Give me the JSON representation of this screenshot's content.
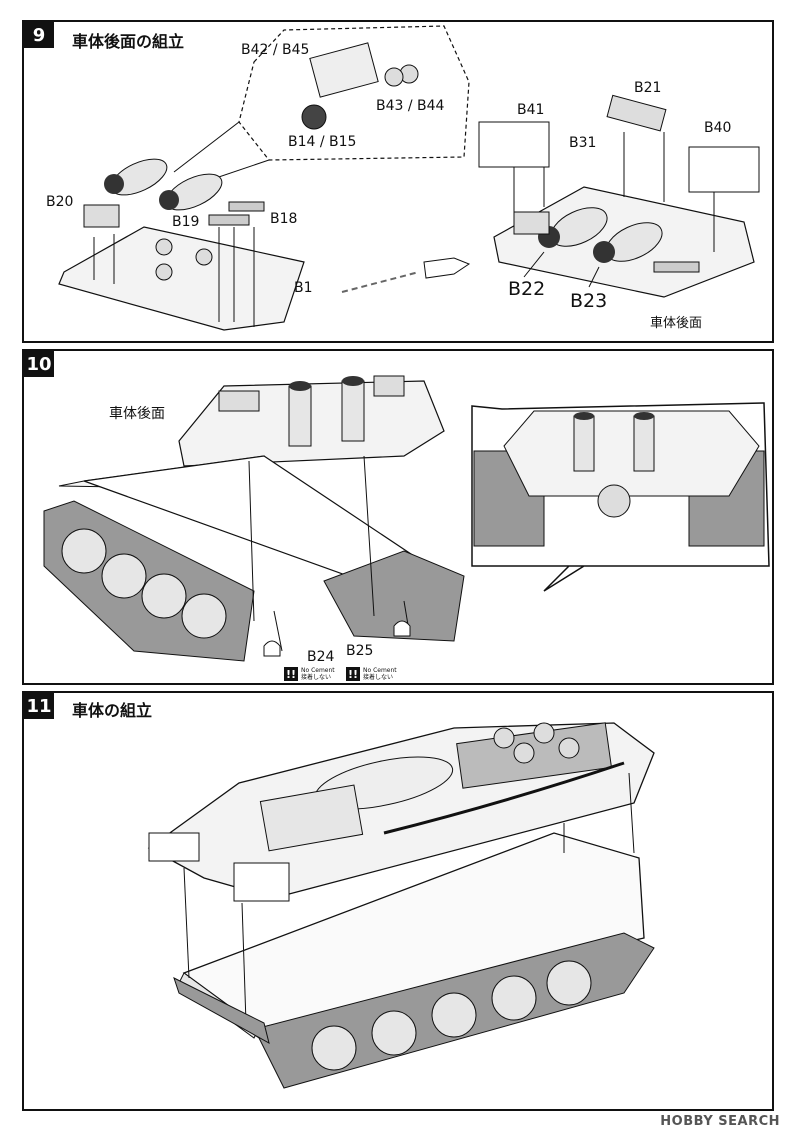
{
  "steps": [
    {
      "number": "9",
      "title": "車体後面の組立",
      "labels": {
        "b42_b45": "B42 / B45",
        "b43_b44": "B43 / B44",
        "b14_b15": "B14 / B15",
        "b20": "B20",
        "b19": "B19",
        "b18": "B18",
        "b1": "B1",
        "b41": "B41",
        "b21": "B21",
        "b31": "B31",
        "b40": "B40",
        "b22": "B22",
        "b23": "B23",
        "rear_caption": "車体後面"
      }
    },
    {
      "number": "10",
      "labels": {
        "rear_label": "車体後面",
        "b24": "B24",
        "b25": "B25"
      },
      "warnings": [
        {
          "symbol": "!!",
          "line1": "No Cement",
          "line2": "接着しない"
        },
        {
          "symbol": "!!",
          "line1": "No Cement",
          "line2": "接着しない"
        }
      ]
    },
    {
      "number": "11",
      "title": "車体の組立"
    }
  ],
  "watermark": "HOBBY SEARCH"
}
